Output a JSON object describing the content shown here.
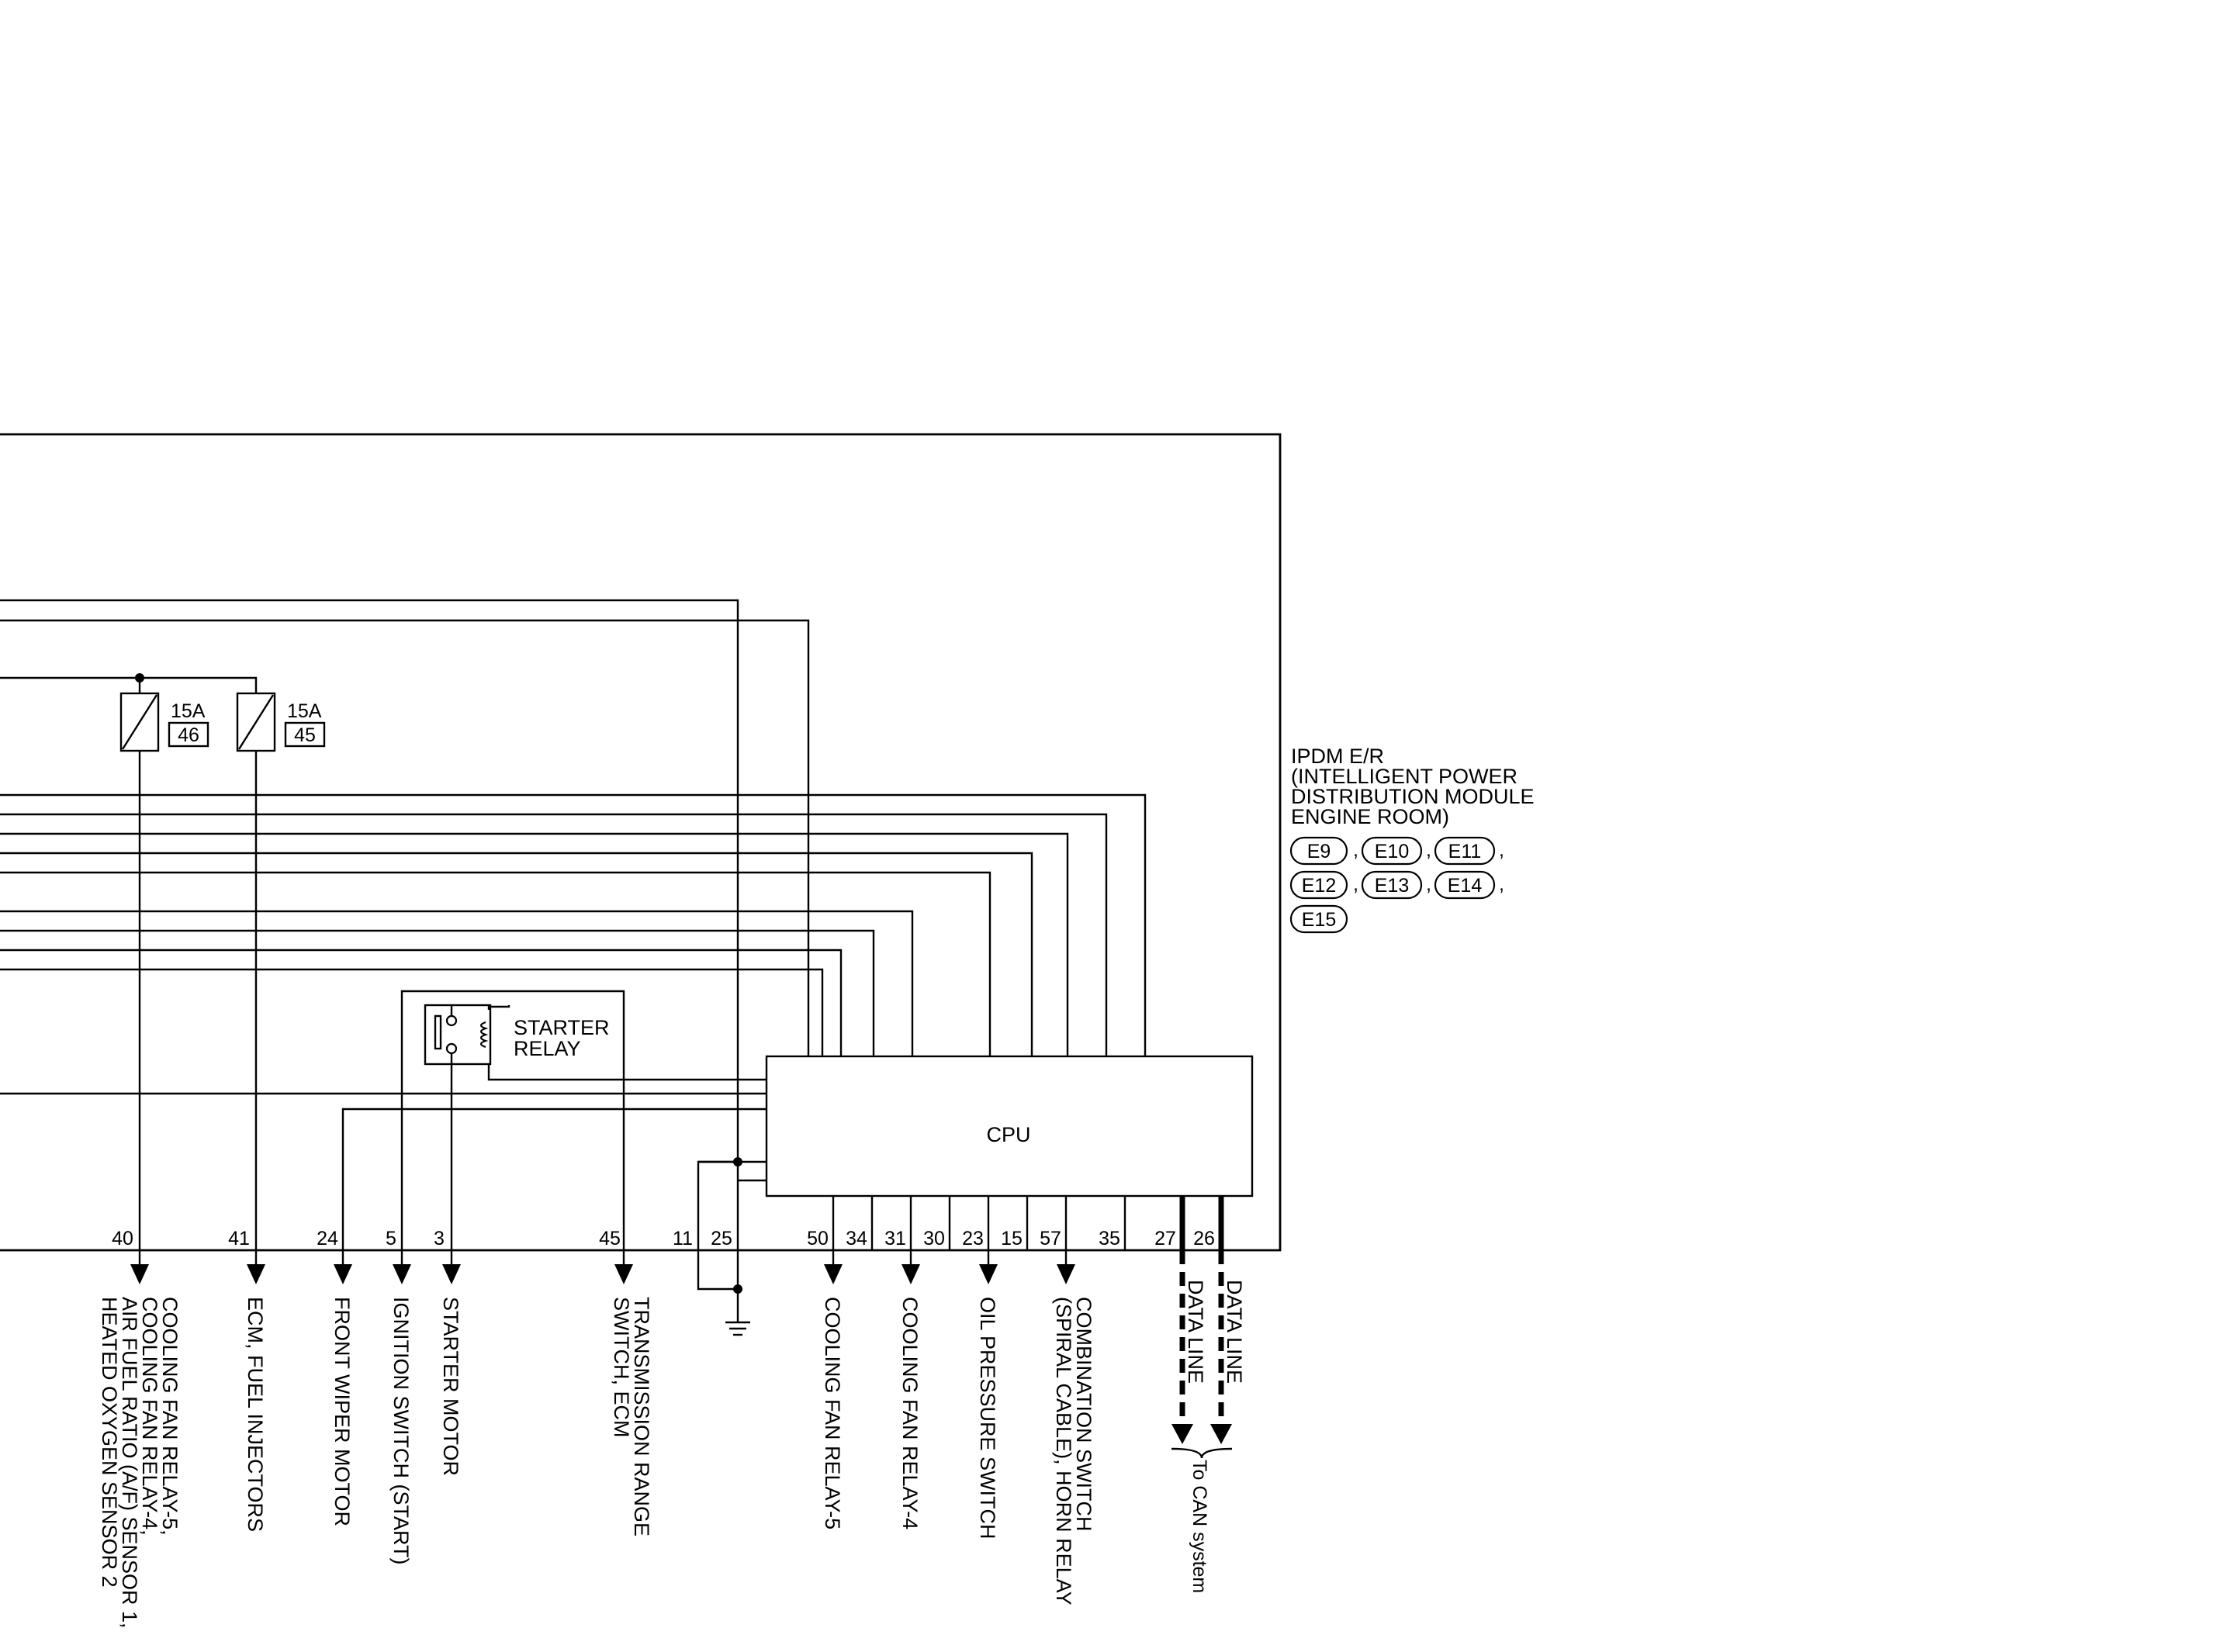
{
  "module": {
    "name_lines": [
      "IPDM E/R",
      "(INTELLIGENT POWER",
      "DISTRIBUTION MODULE",
      "ENGINE ROOM)"
    ],
    "connectors": [
      "E9",
      "E10",
      "E11",
      "E12",
      "E13",
      "E14",
      "E15"
    ],
    "cpu_label": "CPU"
  },
  "fuses": [
    {
      "rating": "15A",
      "number": "46"
    },
    {
      "rating": "15A",
      "number": "45"
    }
  ],
  "relay": {
    "label_lines": [
      "STARTER",
      "RELAY"
    ]
  },
  "pins": [
    "40",
    "41",
    "24",
    "5",
    "3",
    "45",
    "11",
    "25",
    "50",
    "34",
    "31",
    "30",
    "23",
    "15",
    "57",
    "35",
    "27",
    "26"
  ],
  "outputs": [
    {
      "pin": "40",
      "lines": [
        "COOLING FAN RELAY-5,",
        "COOLING FAN RELAY-4,",
        "AIR FUEL RATIO (A/F) SENSOR 1,",
        "HEATED OXYGEN SENSOR 2"
      ]
    },
    {
      "pin": "41",
      "lines": [
        "ECM, FUEL INJECTORS"
      ]
    },
    {
      "pin": "24",
      "lines": [
        "FRONT WIPER MOTOR"
      ]
    },
    {
      "pin": "5",
      "lines": [
        "IGNITION SWITCH (START)"
      ]
    },
    {
      "pin": "3",
      "lines": [
        "STARTER MOTOR"
      ]
    },
    {
      "pin": "45",
      "lines": [
        "TRANSMISSION RANGE",
        "SWITCH, ECM"
      ]
    },
    {
      "pin": "50",
      "lines": [
        "COOLING FAN RELAY-5"
      ]
    },
    {
      "pin": "31",
      "lines": [
        "COOLING FAN RELAY-4"
      ]
    },
    {
      "pin": "23",
      "lines": [
        "OIL PRESSURE SWITCH"
      ]
    },
    {
      "pin": "57",
      "lines": [
        "COMBINATION SWITCH",
        "(SPIRAL CABLE), HORN RELAY"
      ]
    },
    {
      "pin": "27",
      "lines": [
        "DATA LINE"
      ]
    },
    {
      "pin": "26",
      "lines": [
        "DATA LINE"
      ]
    }
  ],
  "can_note": "To CAN system"
}
